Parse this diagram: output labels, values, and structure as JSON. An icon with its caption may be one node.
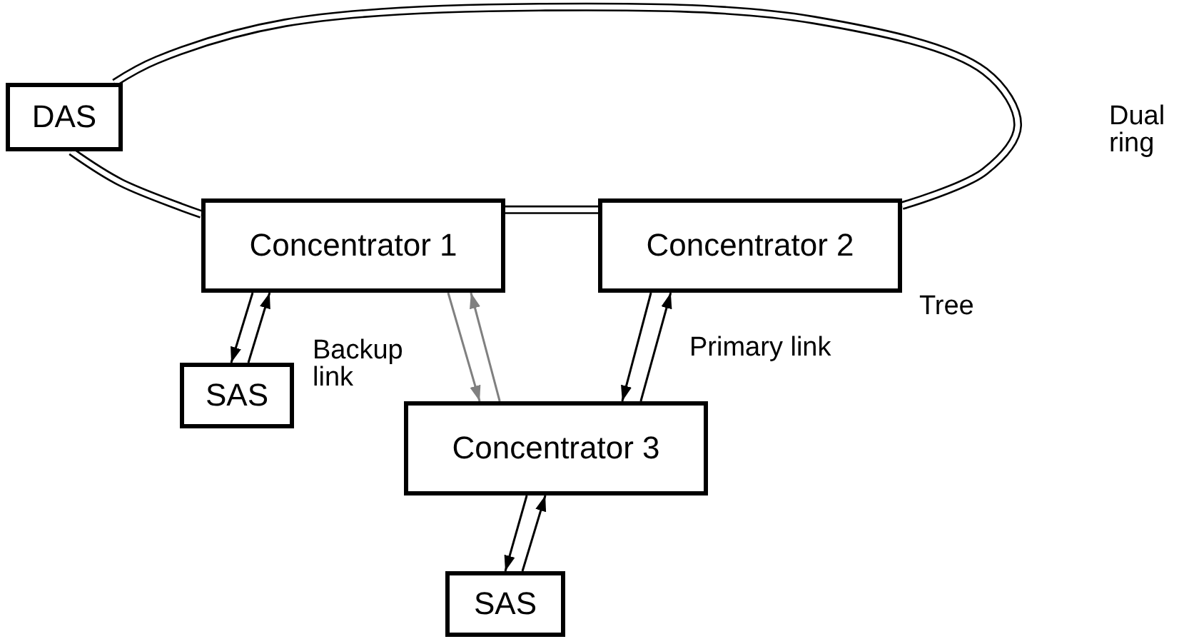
{
  "diagram": {
    "nodes": [
      {
        "text": [
          "DAS"
        ]
      },
      {
        "text": [
          "Concentrator 1"
        ]
      },
      {
        "text": [
          "Concentrator 2"
        ]
      },
      {
        "text": [
          "SAS"
        ]
      },
      {
        "text": [
          "Concentrator 3"
        ]
      },
      {
        "text": [
          "SAS"
        ]
      }
    ],
    "edges": [
      {
        "from": 0,
        "to": 1,
        "arrow": "none",
        "style": "thick"
      },
      {
        "from": 1,
        "to": 2,
        "arrow": "none",
        "style": "thick"
      },
      {
        "from": 2,
        "to": 0,
        "arrow": "none",
        "style": "thick"
      },
      {
        "from": 1,
        "to": 3,
        "arrow": "to"
      },
      {
        "from": 3,
        "to": 1,
        "arrow": "to"
      },
      {
        "from": 1,
        "to": 4,
        "arrow": "to",
        "color": "#808080"
      },
      {
        "from": 4,
        "to": 1,
        "arrow": "to",
        "color": "#808080"
      },
      {
        "from": 2,
        "to": 4,
        "arrow": "to"
      },
      {
        "from": 4,
        "to": 2,
        "arrow": "to"
      },
      {
        "from": 4,
        "to": 5,
        "arrow": "to"
      },
      {
        "from": 5,
        "to": 4,
        "arrow": "to"
      }
    ],
    "labels": [
      "Dual ring",
      "Tree",
      "Backup link",
      "Primary link"
    ]
  }
}
